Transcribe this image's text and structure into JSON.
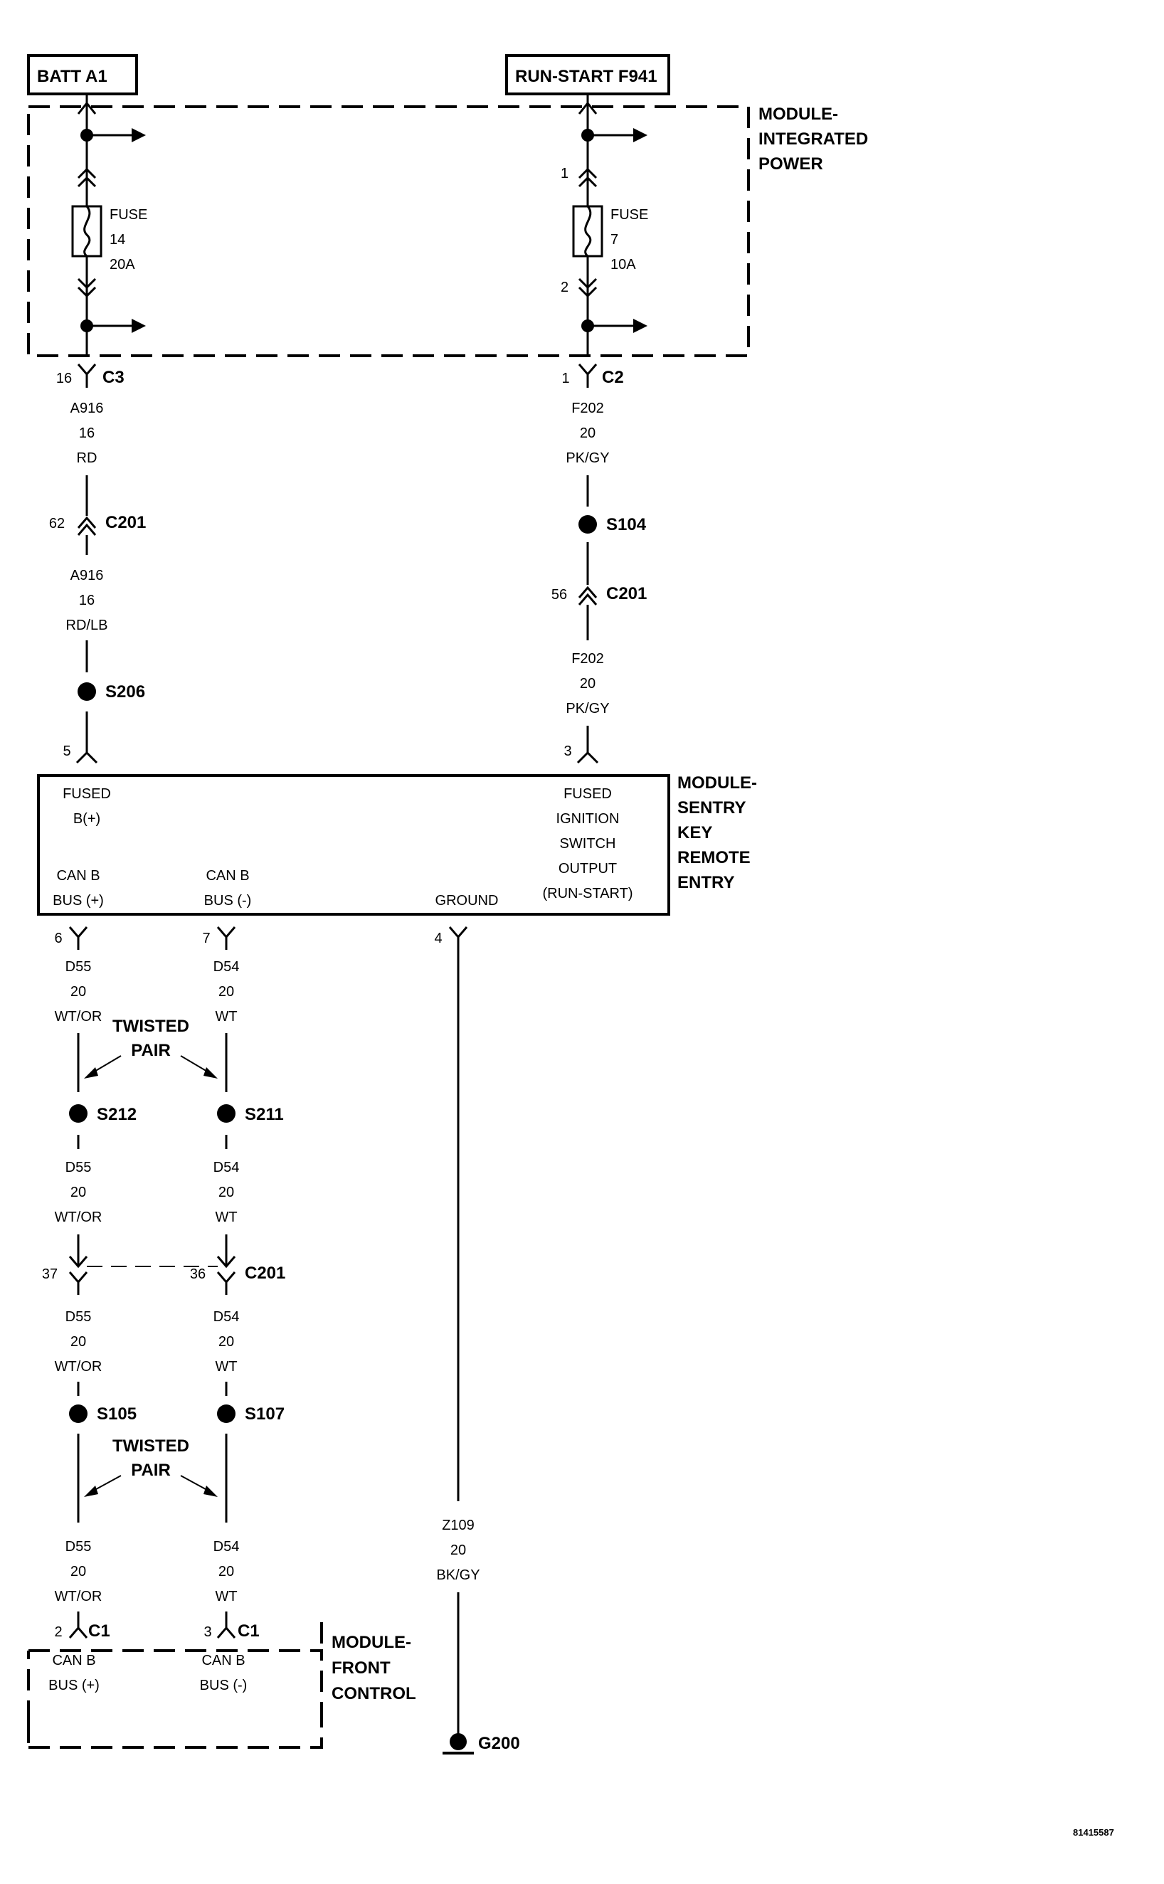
{
  "sources": {
    "batt": "BATT A1",
    "run_start": "RUN-START F941"
  },
  "modules": {
    "ipm": [
      "MODULE-",
      "INTEGRATED",
      "POWER"
    ],
    "skre": [
      "MODULE-",
      "SENTRY",
      "KEY",
      "REMOTE",
      "ENTRY"
    ],
    "fcm": [
      "MODULE-",
      "FRONT",
      "CONTROL"
    ]
  },
  "fuses": {
    "fuse14": [
      "FUSE",
      "14",
      "20A"
    ],
    "fuse7": [
      "FUSE",
      "7",
      "10A"
    ],
    "fuse7_pins": [
      "1",
      "2"
    ]
  },
  "connectors": {
    "c3": {
      "pin": "16",
      "name": "C3"
    },
    "c2": {
      "pin": "1",
      "name": "C2"
    },
    "c201_a": {
      "pin": "62",
      "name": "C201"
    },
    "c201_b": {
      "pin": "56",
      "name": "C201"
    },
    "c201_c": {
      "pin_left": "37",
      "pin_right": "36",
      "name": "C201"
    },
    "c1_left": {
      "pin": "2",
      "name": "C1"
    },
    "c1_right": {
      "pin": "3",
      "name": "C1"
    },
    "skre_pin5": "5",
    "skre_pin3": "3",
    "skre_pin6": "6",
    "skre_pin7": "7",
    "skre_pin4": "4"
  },
  "wires": {
    "a916_rd": [
      "A916",
      "16",
      "RD"
    ],
    "a916_rdlb": [
      "A916",
      "16",
      "RD/LB"
    ],
    "f202_a": [
      "F202",
      "20",
      "PK/GY"
    ],
    "f202_b": [
      "F202",
      "20",
      "PK/GY"
    ],
    "d55_1": [
      "D55",
      "20",
      "WT/OR"
    ],
    "d54_1": [
      "D54",
      "20",
      "WT"
    ],
    "d55_2": [
      "D55",
      "20",
      "WT/OR"
    ],
    "d54_2": [
      "D54",
      "20",
      "WT"
    ],
    "d55_3": [
      "D55",
      "20",
      "WT/OR"
    ],
    "d54_3": [
      "D54",
      "20",
      "WT"
    ],
    "d55_4": [
      "D55",
      "20",
      "WT/OR"
    ],
    "d54_4": [
      "D54",
      "20",
      "WT"
    ],
    "z109": [
      "Z109",
      "20",
      "BK/GY"
    ]
  },
  "splices": {
    "s104": "S104",
    "s206": "S206",
    "s212": "S212",
    "s211": "S211",
    "s105": "S105",
    "s107": "S107"
  },
  "ground": "G200",
  "skre_labels": {
    "fused_b": [
      "FUSED",
      "B(+)"
    ],
    "fused_ign": [
      "FUSED",
      "IGNITION",
      "SWITCH",
      "OUTPUT",
      "(RUN-START)"
    ],
    "can_b_plus": [
      "CAN B",
      "BUS (+)"
    ],
    "can_b_minus": [
      "CAN B",
      "BUS (-)"
    ],
    "ground": "GROUND"
  },
  "fcm_labels": {
    "can_b_plus": [
      "CAN B",
      "BUS (+)"
    ],
    "can_b_minus": [
      "CAN B",
      "BUS (-)"
    ]
  },
  "twisted_pair": [
    "TWISTED",
    "PAIR"
  ],
  "figure_id": "81415587"
}
